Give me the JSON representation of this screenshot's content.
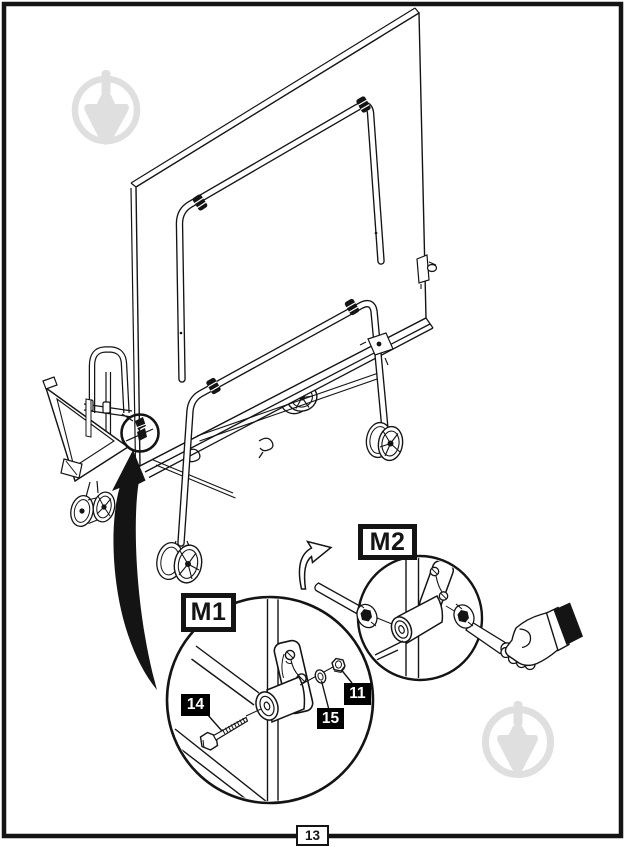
{
  "page": {
    "page_number": "13"
  },
  "colors": {
    "paper": "#ffffff",
    "ink": "#141414",
    "watermark": "#dfdfdf",
    "label_bg": "#000000",
    "label_fg": "#ffffff"
  },
  "labels": {
    "detail_m1": "M1",
    "detail_m2": "M2",
    "part_14": "14",
    "part_15": "15",
    "part_11": "11"
  },
  "illustration": {
    "subject": "Folded table-tennis table standing on a wheeled trolley frame",
    "detail_views": [
      {
        "label": "M1",
        "shows": "hex bolt (14), washer (15) and nut (11) through frame spacer"
      },
      {
        "label": "M2",
        "shows": "tightening the joint with two open-end wrenches, rotation arrow"
      }
    ],
    "part_callouts": [
      {
        "number": "14",
        "part": "hex-bolt"
      },
      {
        "number": "15",
        "part": "washer"
      },
      {
        "number": "11",
        "part": "nut"
      }
    ],
    "watermarks": [
      {
        "name": "trowel-logo-watermark",
        "position": "top-left"
      },
      {
        "name": "trowel-logo-watermark",
        "position": "bottom-right"
      }
    ]
  }
}
